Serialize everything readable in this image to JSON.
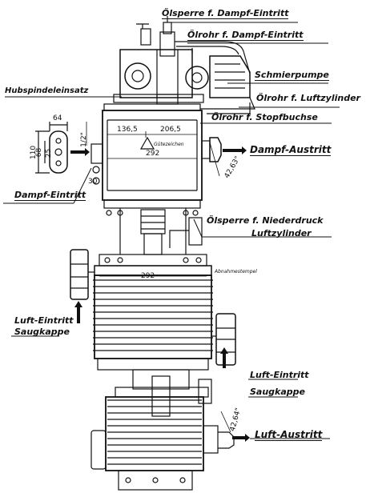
{
  "labels": {
    "oelsperre_dampf": "Ölsperre f. Dampf-Eintritt",
    "oelrohr_dampf": "Ölrohr f. Dampf-Eintritt",
    "schmierpumpe": "Schmierpumpe",
    "hubspindel": "Hubspindeleinsatz",
    "oelrohr_luft": "Ölrohr f. Luftzylinder",
    "oelrohr_stopf": "Ölrohr f. Stopfbuchse",
    "dampf_austritt": "Dampf-Austritt",
    "dampf_eintritt": "Dampf-Eintritt",
    "oelsperre_nieder_1": "Ölsperre f. Niederdruck",
    "oelsperre_nieder_2": "Luftzylinder",
    "abnahmestempel": "Abnahmestempel",
    "luft_eintritt_left_1": "Luft-Eintritt",
    "luft_eintritt_left_2": "Saugkappe",
    "luft_eintritt_right_1": "Luft-Eintritt",
    "luft_eintritt_right_2": "Saugkappe",
    "luft_austritt": "Luft-Austritt",
    "guetezeichen": "Gütezeichen"
  },
  "dimensions": {
    "d64": "64",
    "d110": "110",
    "d68": "68",
    "d25": "25",
    "d1_2": "1/2\"",
    "d136_5": "136,5",
    "d206_5": "206,5",
    "d292_top": "292",
    "d292_mid": "292",
    "d30": "30",
    "d42_63": "42,63\"",
    "d42_64": "42,64\""
  }
}
